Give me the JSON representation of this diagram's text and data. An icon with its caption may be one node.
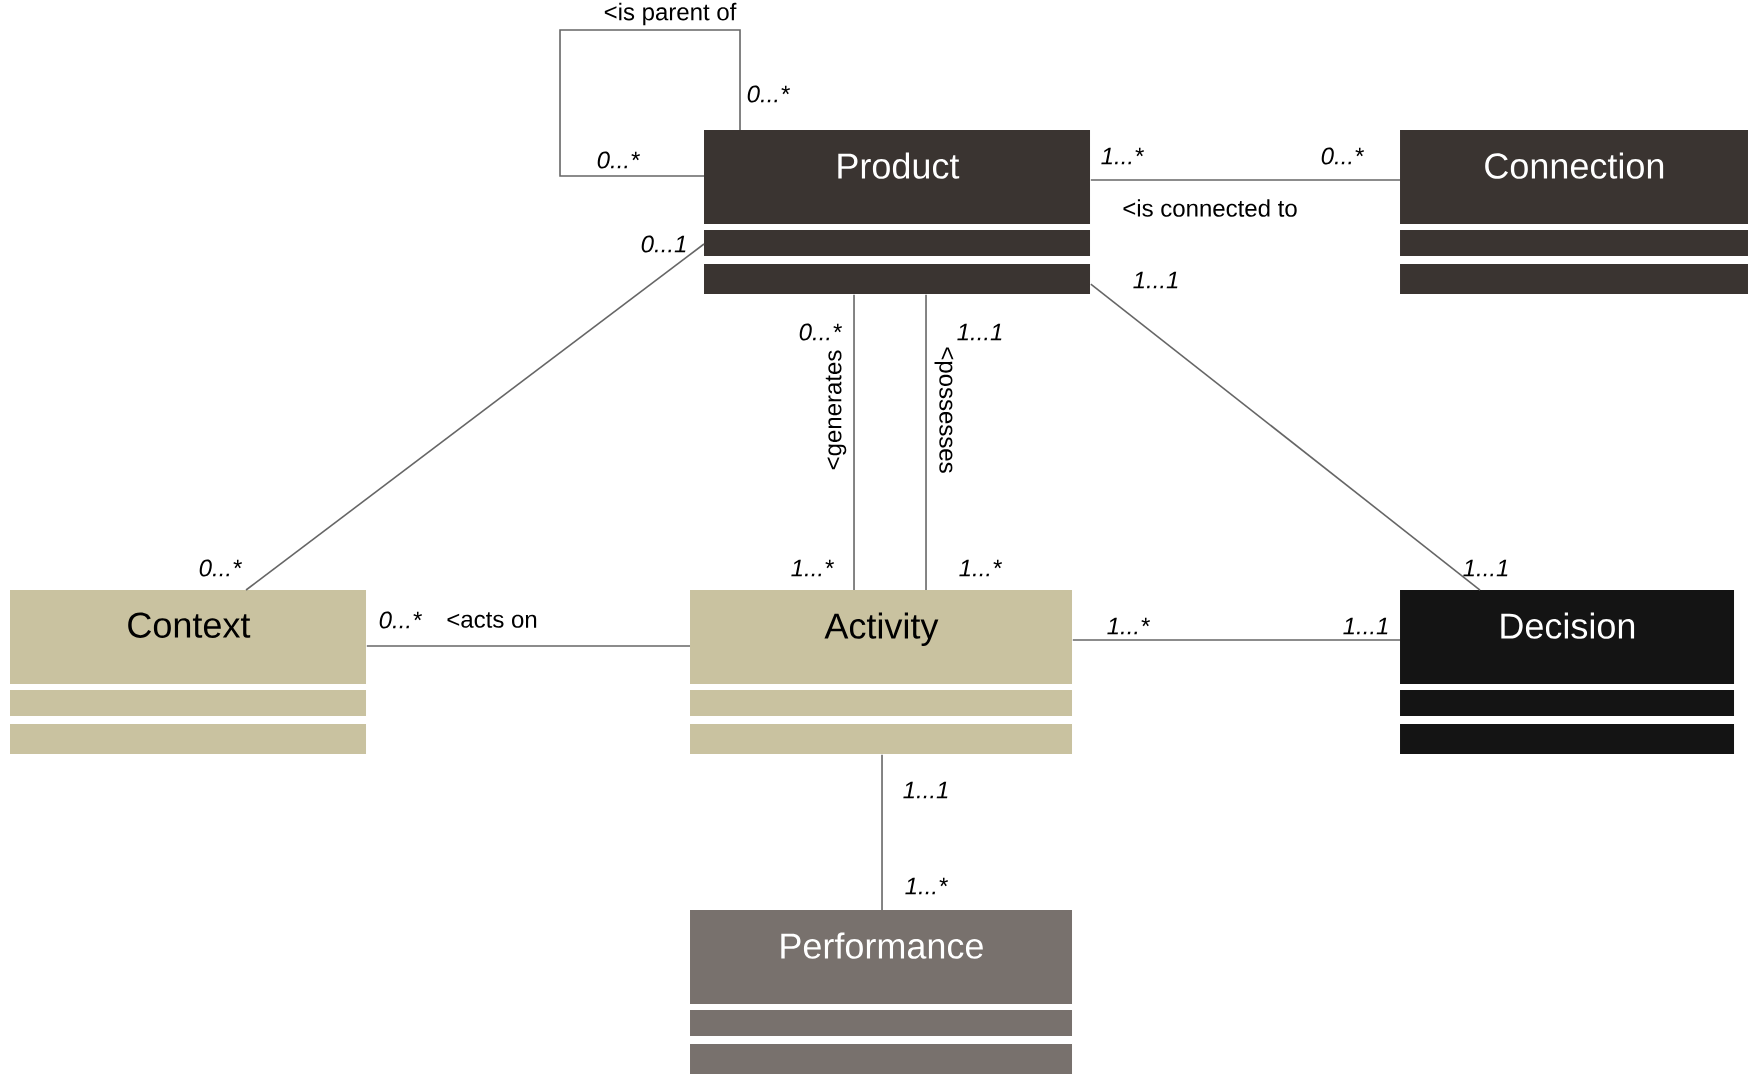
{
  "diagram": {
    "nodes": [
      {
        "text": [
          "Product"
        ]
      },
      {
        "text": [
          "Connection"
        ]
      },
      {
        "text": [
          "Context"
        ]
      },
      {
        "text": [
          "Activity"
        ]
      },
      {
        "text": [
          "Decision"
        ]
      },
      {
        "text": [
          "Performance"
        ]
      }
    ],
    "edges": [
      {
        "from": 0,
        "to": 0,
        "arrow": "none",
        "label": "<is parent of"
      },
      {
        "from": 0,
        "to": 1,
        "arrow": "none",
        "label": "<is connected to"
      },
      {
        "from": 0,
        "to": 2,
        "arrow": "none"
      },
      {
        "from": 0,
        "to": 3,
        "arrow": "none",
        "label": "<generates"
      },
      {
        "from": 0,
        "to": 3,
        "arrow": "none",
        "label": "<possesses"
      },
      {
        "from": 0,
        "to": 4,
        "arrow": "none"
      },
      {
        "from": 2,
        "to": 3,
        "arrow": "none",
        "label": "<acts on"
      },
      {
        "from": 3,
        "to": 4,
        "arrow": "none"
      },
      {
        "from": 3,
        "to": 5,
        "arrow": "none"
      }
    ],
    "labels": [
      "0...*",
      "0...*",
      "1...*",
      "0...*",
      "0...1",
      "1...1",
      "0...*",
      "1...1",
      "0...*",
      "1...*",
      "1...*",
      "1...1",
      "0...*",
      "1...*",
      "1...1",
      "1...1",
      "1...*"
    ]
  }
}
